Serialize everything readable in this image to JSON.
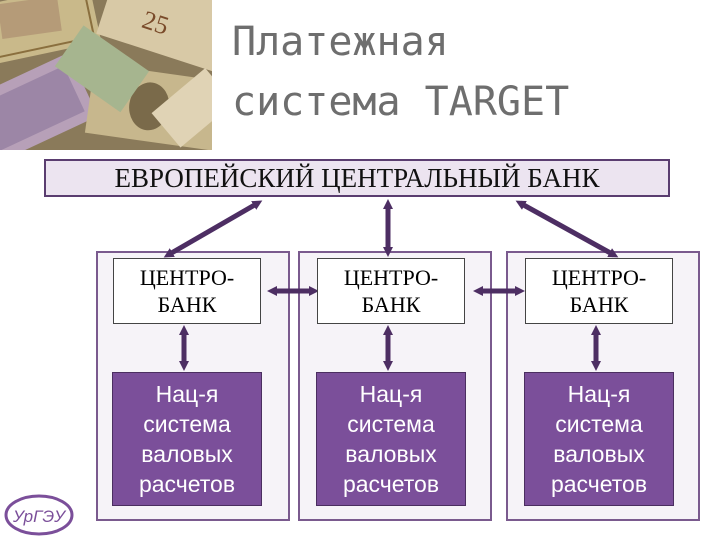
{
  "slide": {
    "title_line1": "Платежная",
    "title_line2": "система TARGET"
  },
  "ecb": {
    "label": "ЕВРОПЕЙСКИЙ ЦЕНТРАЛЬНЫЙ БАНК"
  },
  "columns": [
    {
      "cb_line1": "ЦЕНТРО-",
      "cb_line2": "БАНК",
      "rtgs_line1": "Нац-я",
      "rtgs_line2": "система",
      "rtgs_line3": "валовых",
      "rtgs_line4": "расчетов"
    },
    {
      "cb_line1": "ЦЕНТРО-",
      "cb_line2": "БАНК",
      "rtgs_line1": "Нац-я",
      "rtgs_line2": "система",
      "rtgs_line3": "валовых",
      "rtgs_line4": "расчетов"
    },
    {
      "cb_line1": "ЦЕНТРО-",
      "cb_line2": "БАНК",
      "rtgs_line1": "Нац-я",
      "rtgs_line2": "система",
      "rtgs_line3": "валовых",
      "rtgs_line4": "расчетов"
    }
  ],
  "logo": {
    "text": "УрГЭУ"
  },
  "colors": {
    "accent_purple": "#7b4f9a",
    "arrow_purple": "#4d2e63",
    "ecb_fill": "#ece4f0",
    "title_gray": "#6e6e6e"
  }
}
